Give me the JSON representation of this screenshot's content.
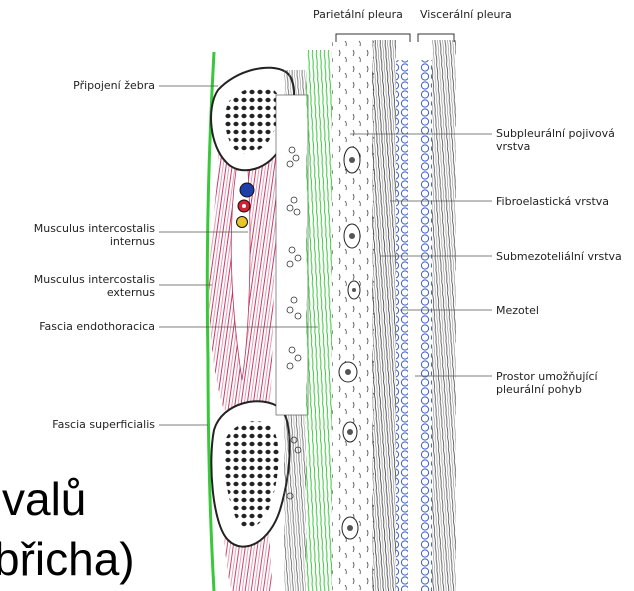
{
  "labels": {
    "parietal_pleura": "Parietální pleura",
    "visceral_pleura": "Viscerální pleura",
    "rib_attachment": "Připojení žebra",
    "intercostalis_internus_1": "Musculus intercostalis",
    "intercostalis_internus_2": "internus",
    "intercostalis_externus_1": "Musculus intercostalis",
    "intercostalis_externus_2": "externus",
    "fascia_endothoracica": "Fascia endothoracica",
    "fascia_superficialis": "Fascia superficialis",
    "subpleural_1": "Subpleurální pojivová",
    "subpleural_2": "vrstva",
    "fibroelastic": "Fibroelastická vrstva",
    "submesothelial": "Submezoteliální vrstva",
    "mesothel": "Mezotel",
    "space_1": "Prostor umožňující",
    "space_2": "pleurální pohyb"
  },
  "background_text": {
    "line1": "valů",
    "line2": "břicha)"
  },
  "colors": {
    "muscle": "#d0466e",
    "pleura_green": "#39c83a",
    "mesothel_blue": "#3a5cc8",
    "nerve_yellow": "#e8c52a",
    "vein_blue": "#1f3ea8",
    "artery_red": "#d42030"
  }
}
